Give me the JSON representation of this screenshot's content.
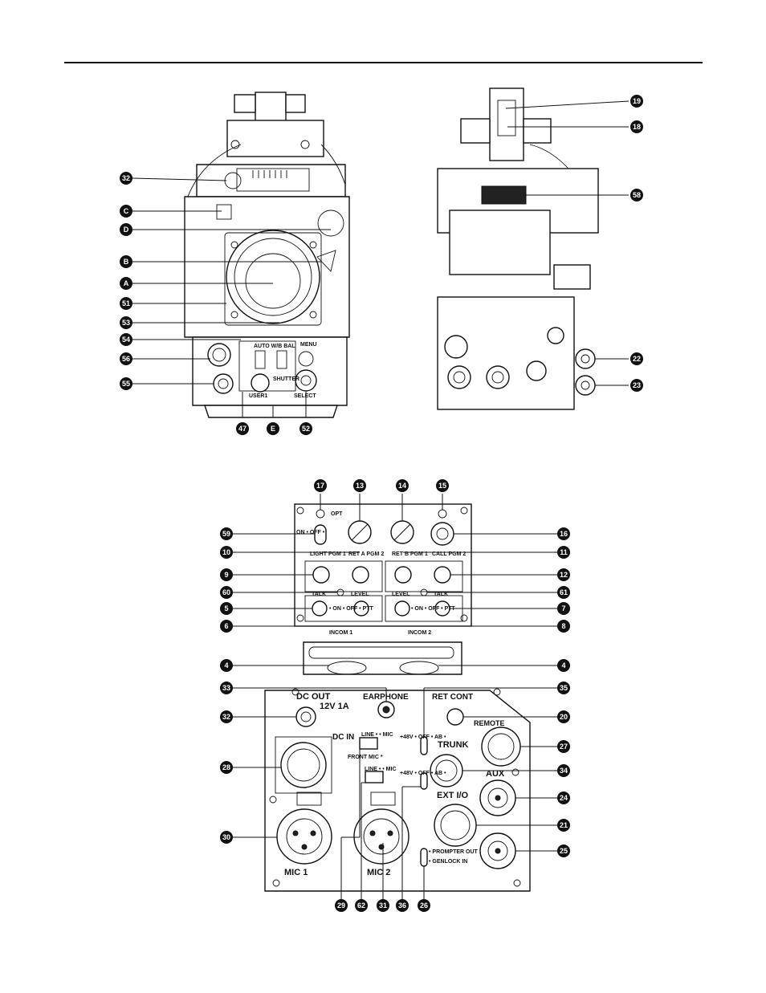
{
  "callouts_front": [
    "32",
    "C",
    "D",
    "B",
    "A",
    "51",
    "53",
    "54",
    "56",
    "55",
    "47",
    "E",
    "52"
  ],
  "callouts_rear": [
    "19",
    "18",
    "58",
    "22",
    "23"
  ],
  "callouts_detail": [
    "17",
    "13",
    "14",
    "15",
    "59",
    "16",
    "10",
    "11",
    "9",
    "12",
    "60",
    "61",
    "5",
    "7",
    "6",
    "8",
    "4",
    "4",
    "33",
    "35",
    "32",
    "20",
    "28",
    "27",
    "34",
    "24",
    "30",
    "21",
    "25",
    "29",
    "62",
    "31",
    "36",
    "26"
  ],
  "front_labels": {
    "auto_wb": "AUTO W/B BAL",
    "menu": "MENU",
    "shutter": "SHUTTER",
    "user1": "USER1",
    "select": "SELECT"
  },
  "panel_labels": {
    "opt": "OPT",
    "on_off": "ON • OFF •",
    "light_pgm1": "LIGHT PGM 1",
    "ret_a_pgm2": "RET A PGM 2",
    "ret_b_pgm1": "RET B PGM 1",
    "call_pgm2": "CALL PGM 2",
    "talk": "TALK",
    "level": "LEVEL",
    "talk_switch": "• ON • OFF • PTT",
    "incom1": "INCOM 1",
    "incom2": "INCOM 2"
  },
  "rear_labels": {
    "dc_out": "DC OUT",
    "dc_out_rating": "12V 1A",
    "earphone": "EARPHONE",
    "ret_cont": "RET CONT",
    "remote": "REMOTE",
    "dc_in": "DC IN",
    "line_mic": "LINE • • MIC",
    "phantom": "+48V • OFF • AB •",
    "front_mic": "FRONT MIC *",
    "trunk": "TRUNK",
    "aux": "AUX",
    "ext_io": "EXT I/O",
    "mic1": "MIC 1",
    "mic2": "MIC 2",
    "prompter_out": "• PROMPTER OUT",
    "genlock_in": "• GENLOCK IN"
  }
}
